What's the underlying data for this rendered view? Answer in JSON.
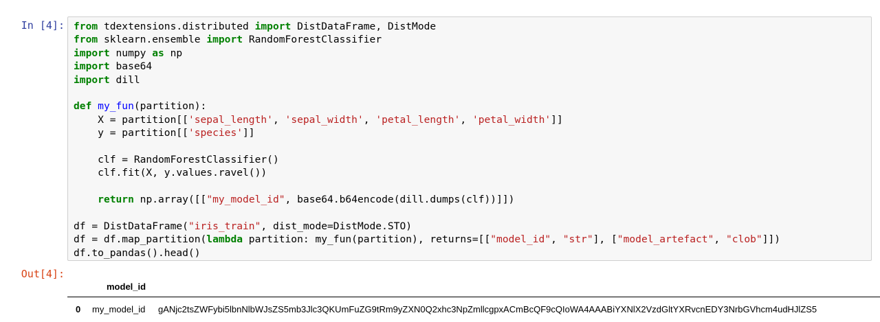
{
  "cell_in": {
    "prompt": "In [4]:",
    "lines": [
      [
        {
          "t": "from",
          "c": "kw"
        },
        {
          "t": " tdextensions.distributed ",
          "c": ""
        },
        {
          "t": "import",
          "c": "kw"
        },
        {
          "t": " DistDataFrame, DistMode",
          "c": ""
        }
      ],
      [
        {
          "t": "from",
          "c": "kw"
        },
        {
          "t": " sklearn.ensemble ",
          "c": ""
        },
        {
          "t": "import",
          "c": "kw"
        },
        {
          "t": " RandomForestClassifier",
          "c": ""
        }
      ],
      [
        {
          "t": "import",
          "c": "kw"
        },
        {
          "t": " numpy ",
          "c": ""
        },
        {
          "t": "as",
          "c": "kw"
        },
        {
          "t": " np",
          "c": ""
        }
      ],
      [
        {
          "t": "import",
          "c": "kw"
        },
        {
          "t": " base64",
          "c": ""
        }
      ],
      [
        {
          "t": "import",
          "c": "kw"
        },
        {
          "t": " dill",
          "c": ""
        }
      ],
      [],
      [
        {
          "t": "def",
          "c": "kw"
        },
        {
          "t": " ",
          "c": ""
        },
        {
          "t": "my_fun",
          "c": "fn"
        },
        {
          "t": "(partition):",
          "c": ""
        }
      ],
      [
        {
          "t": "    X = partition[[",
          "c": ""
        },
        {
          "t": "'sepal_length'",
          "c": "str"
        },
        {
          "t": ", ",
          "c": ""
        },
        {
          "t": "'sepal_width'",
          "c": "str"
        },
        {
          "t": ", ",
          "c": ""
        },
        {
          "t": "'petal_length'",
          "c": "str"
        },
        {
          "t": ", ",
          "c": ""
        },
        {
          "t": "'petal_width'",
          "c": "str"
        },
        {
          "t": "]]",
          "c": ""
        }
      ],
      [
        {
          "t": "    y = partition[[",
          "c": ""
        },
        {
          "t": "'species'",
          "c": "str"
        },
        {
          "t": "]]",
          "c": ""
        }
      ],
      [],
      [
        {
          "t": "    clf = RandomForestClassifier()",
          "c": ""
        }
      ],
      [
        {
          "t": "    clf.fit(X, y.values.ravel())",
          "c": ""
        }
      ],
      [],
      [
        {
          "t": "    ",
          "c": ""
        },
        {
          "t": "return",
          "c": "kw"
        },
        {
          "t": " np.array([[",
          "c": ""
        },
        {
          "t": "\"my_model_id\"",
          "c": "str"
        },
        {
          "t": ", base64.b64encode(dill.dumps(clf))]])",
          "c": ""
        }
      ],
      [],
      [
        {
          "t": "df = DistDataFrame(",
          "c": ""
        },
        {
          "t": "\"iris_train\"",
          "c": "str"
        },
        {
          "t": ", dist_mode=DistMode.STO)",
          "c": ""
        }
      ],
      [
        {
          "t": "df = df.map_partition(",
          "c": ""
        },
        {
          "t": "lambda",
          "c": "kw"
        },
        {
          "t": " partition: my_fun(partition), returns=[[",
          "c": ""
        },
        {
          "t": "\"model_id\"",
          "c": "str"
        },
        {
          "t": ", ",
          "c": ""
        },
        {
          "t": "\"str\"",
          "c": "str"
        },
        {
          "t": "], [",
          "c": ""
        },
        {
          "t": "\"model_artefact\"",
          "c": "str"
        },
        {
          "t": ", ",
          "c": ""
        },
        {
          "t": "\"clob\"",
          "c": "str"
        },
        {
          "t": "]])",
          "c": ""
        }
      ],
      [
        {
          "t": "df.to_pandas().head()",
          "c": ""
        }
      ]
    ]
  },
  "cell_out": {
    "prompt": "Out[4]:",
    "table": {
      "columns": [
        "model_id"
      ],
      "rows": [
        {
          "index": "0",
          "model_id": "my_model_id",
          "model_artefact": "gANjc2tsZWFybi5lbnNlbWJsZS5mb3Jlc3QKUmFuZG9tRm9yZXN0Q2xhc3NpZmllcgpxACmBcQF9cQIoWA4AAABiYXNlX2VzdGltYXRvcnEDY3NrbGVhcm4udHJlZS5"
        }
      ]
    }
  }
}
